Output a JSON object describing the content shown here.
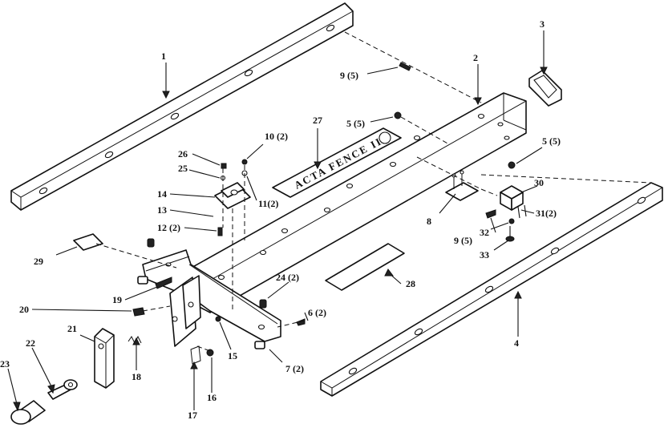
{
  "labels": {
    "p1": "1",
    "p2": "2",
    "p3": "3",
    "p4": "4",
    "p5a": "5 (5)",
    "p5b": "5 (5)",
    "p6": "6  (2)",
    "p7": "7  (2)",
    "p8": "8",
    "p9a": "9 (5)",
    "p9b": "9 (5)",
    "p10": "10 (2)",
    "p11": "11(2)",
    "p12": "12 (2)",
    "p13": "13",
    "p14": "14",
    "p15": "15",
    "p16": "16",
    "p17": "17",
    "p18": "18",
    "p19": "19",
    "p20": "20",
    "p21": "21",
    "p22": "22",
    "p23": "23",
    "p24": "24 (2)",
    "p25": "25",
    "p26": "26",
    "p27": "27",
    "p28": "28",
    "p29": "29",
    "p30": "30",
    "p31": "31(2)",
    "p32": "32",
    "p33": "33"
  },
  "fence_label": "ACTA FENCE II"
}
